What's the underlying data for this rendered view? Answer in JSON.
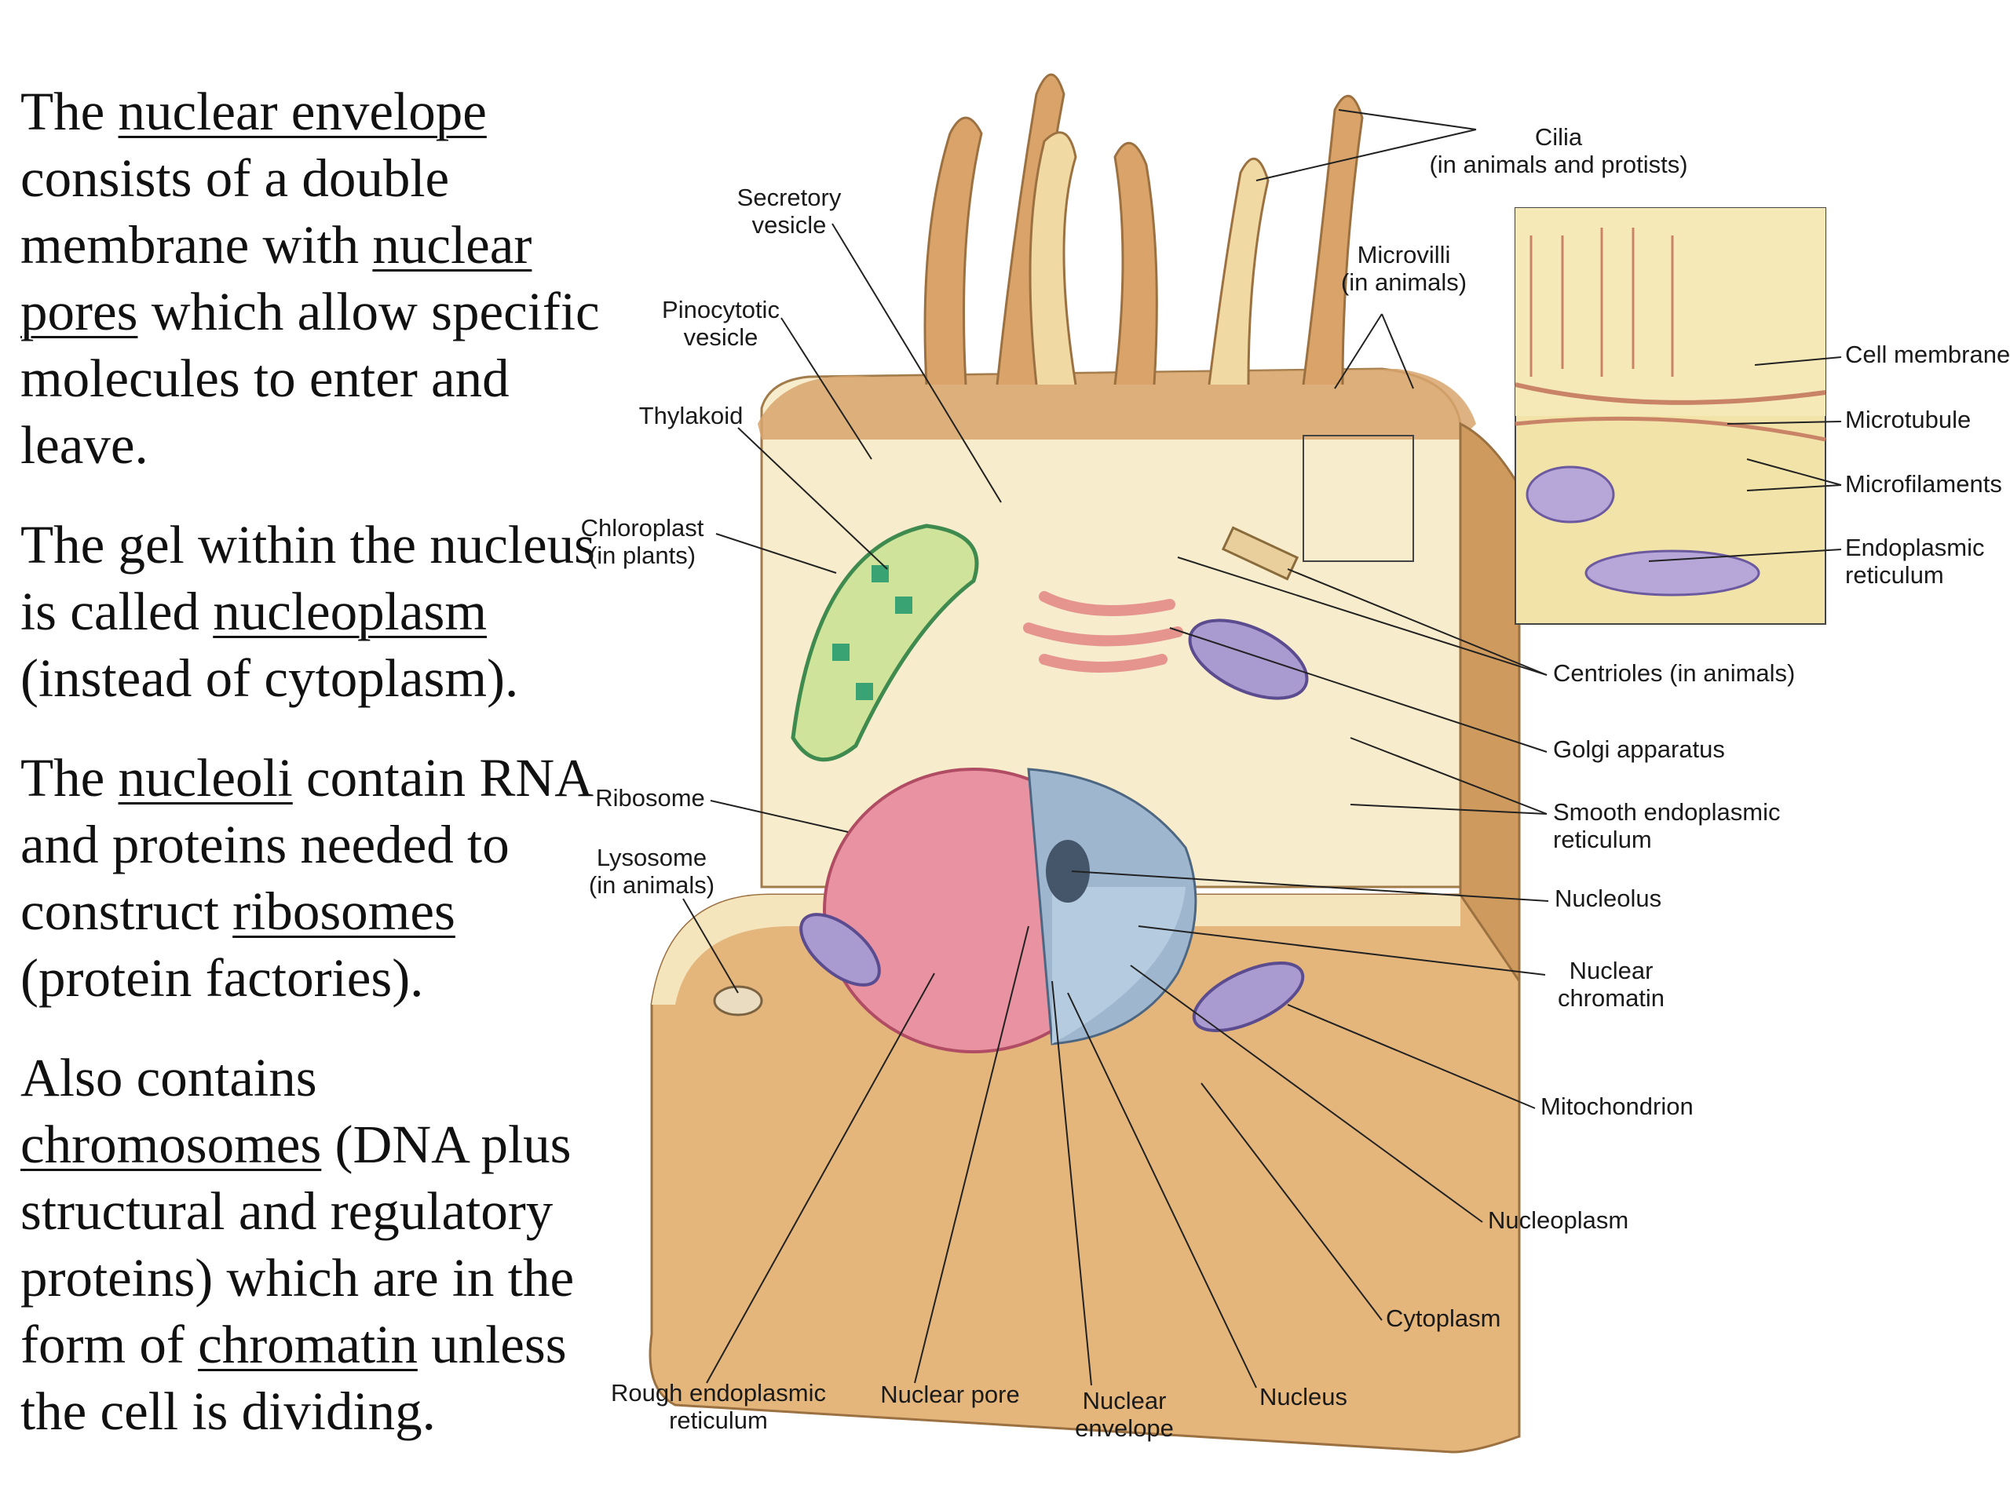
{
  "paragraphs": [
    {
      "name": "para-nuclear-envelope",
      "segments": [
        {
          "t": "The "
        },
        {
          "t": "nuclear envelope",
          "u": true
        },
        {
          "t": " consists of a double membrane with "
        },
        {
          "t": "nuclear pores",
          "u": true
        },
        {
          "t": " which allow specific molecules to enter and leave."
        }
      ]
    },
    {
      "name": "para-nucleoplasm",
      "segments": [
        {
          "t": "The gel within the nucleus is called "
        },
        {
          "t": "nucleoplasm",
          "u": true
        },
        {
          "t": " (instead of cytoplasm)."
        }
      ]
    },
    {
      "name": "para-nucleoli",
      "segments": [
        {
          "t": "The "
        },
        {
          "t": "nucleoli",
          "u": true
        },
        {
          "t": " contain RNA and proteins needed to construct "
        },
        {
          "t": "ribosomes",
          "u": true
        },
        {
          "t": " (protein factories)."
        }
      ]
    },
    {
      "name": "para-chromosomes",
      "segments": [
        {
          "t": "Also contains "
        },
        {
          "t": "chromosomes",
          "u": true
        },
        {
          "t": " (DNA plus structural and regulatory proteins) which are in the form of "
        },
        {
          "t": "chromatin",
          "u": true
        },
        {
          "t": " unless the cell is dividing."
        }
      ]
    }
  ],
  "labels": {
    "cilia": [
      "Cilia",
      "(in animals and protists)"
    ],
    "microvilli": [
      "Microvilli",
      "(in animals)"
    ],
    "secretory_vesicle": [
      "Secretory",
      "vesicle"
    ],
    "pinocytotic_vesicle": [
      "Pinocytotic",
      "vesicle"
    ],
    "thylakoid": [
      "Thylakoid"
    ],
    "chloroplast": [
      "Chloroplast",
      "(in plants)"
    ],
    "ribosome": [
      "Ribosome"
    ],
    "lysosome": [
      "Lysosome",
      "(in animals)"
    ],
    "cell_membrane": [
      "Cell membrane"
    ],
    "microtubule": [
      "Microtubule"
    ],
    "microfilaments": [
      "Microfilaments"
    ],
    "endoplasmic_reticulum": [
      "Endoplasmic",
      "reticulum"
    ],
    "centrioles": [
      "Centrioles (in animals)"
    ],
    "golgi": [
      "Golgi apparatus"
    ],
    "smooth_er": [
      "Smooth endoplasmic",
      "reticulum"
    ],
    "nucleolus": [
      "Nucleolus"
    ],
    "nuclear_chromatin": [
      "Nuclear",
      "chromatin"
    ],
    "mitochondrion": [
      "Mitochondrion"
    ],
    "nucleoplasm": [
      "Nucleoplasm"
    ],
    "cytoplasm": [
      "Cytoplasm"
    ],
    "rough_er": [
      "Rough endoplasmic",
      "reticulum"
    ],
    "nuclear_pore": [
      "Nuclear pore"
    ],
    "nuclear_envelope": [
      "Nuclear",
      "envelope"
    ],
    "nucleus": [
      "Nucleus"
    ]
  }
}
